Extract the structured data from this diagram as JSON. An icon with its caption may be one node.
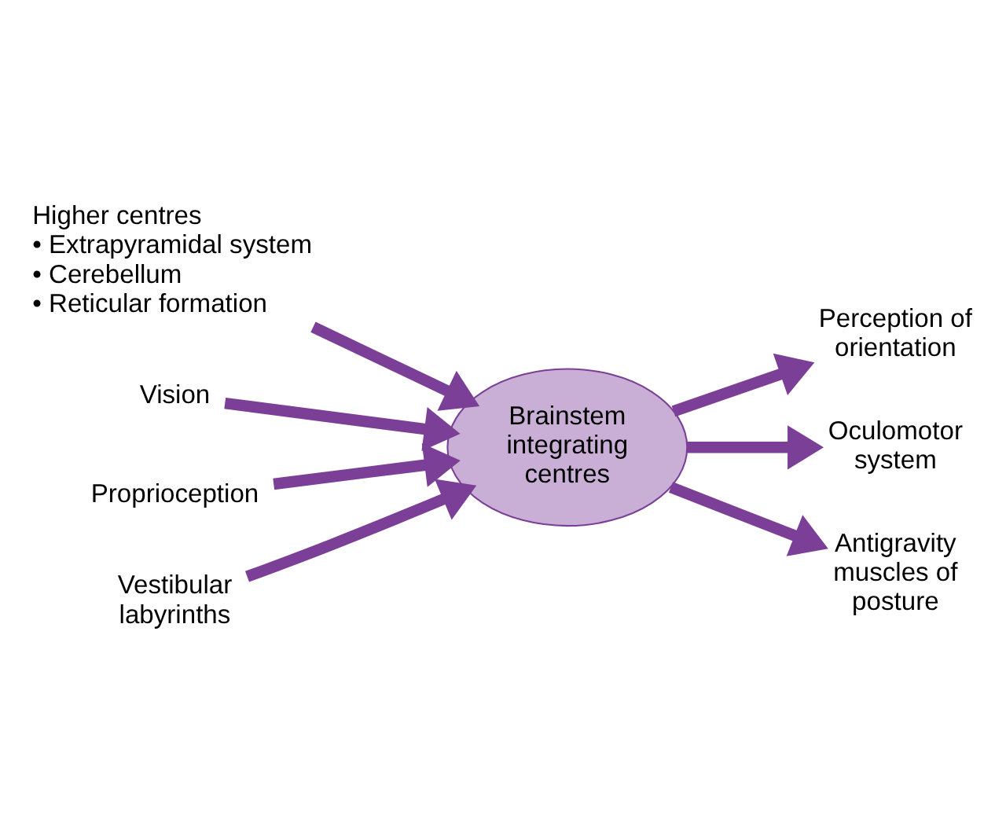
{
  "diagram": {
    "nodes": [
      {
        "text": [
          "Brainstem integrating centres"
        ]
      },
      {
        "text": [
          "Higher centres",
          "• Extrapyramidal system",
          "• Cerebellum",
          "• Reticular formation"
        ]
      },
      {
        "text": [
          "Vision"
        ]
      },
      {
        "text": [
          "Proprioception"
        ]
      },
      {
        "text": [
          "Vestibular labyrinths"
        ]
      },
      {
        "text": [
          "Perception of orientation"
        ]
      },
      {
        "text": [
          "Oculomotor system"
        ]
      },
      {
        "text": [
          "Antigravity muscles of posture"
        ]
      }
    ],
    "edges": [
      {
        "from": 1,
        "to": 0,
        "arrow": "to"
      },
      {
        "from": 2,
        "to": 0,
        "arrow": "to"
      },
      {
        "from": 3,
        "to": 0,
        "arrow": "to"
      },
      {
        "from": 4,
        "to": 0,
        "arrow": "to"
      },
      {
        "from": 0,
        "to": 5,
        "arrow": "to"
      },
      {
        "from": 0,
        "to": 6,
        "arrow": "to"
      },
      {
        "from": 0,
        "to": 7,
        "arrow": "to"
      }
    ]
  }
}
